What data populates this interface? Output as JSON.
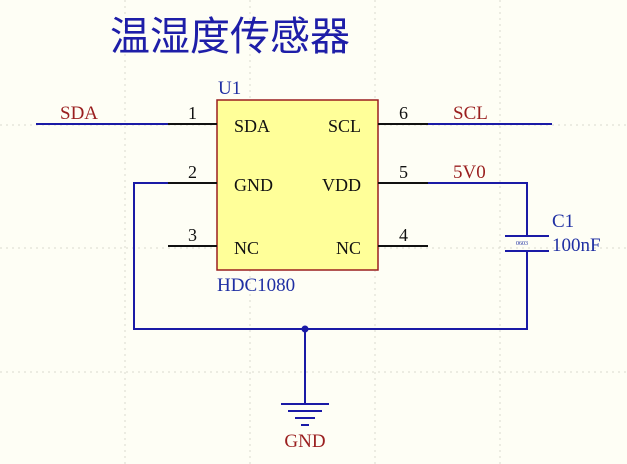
{
  "title": "温湿度传感器",
  "part": {
    "designator": "U1",
    "name": "HDC1080",
    "pins": [
      {
        "number": "1",
        "name": "SDA"
      },
      {
        "number": "2",
        "name": "GND"
      },
      {
        "number": "3",
        "name": "NC"
      },
      {
        "number": "4",
        "name": "NC"
      },
      {
        "number": "5",
        "name": "VDD"
      },
      {
        "number": "6",
        "name": "SCL"
      }
    ]
  },
  "nets": {
    "sda": "SDA",
    "scl": "SCL",
    "power": "5V0",
    "ground": "GND"
  },
  "capacitor": {
    "designator": "C1",
    "value": "100nF",
    "package": "0603"
  },
  "colors": {
    "background": "#fefef5",
    "wire": "#1a1aa6",
    "component_fill": "#ffff99",
    "net_label": "#9a1f1f",
    "designator": "#1f2fa3"
  }
}
